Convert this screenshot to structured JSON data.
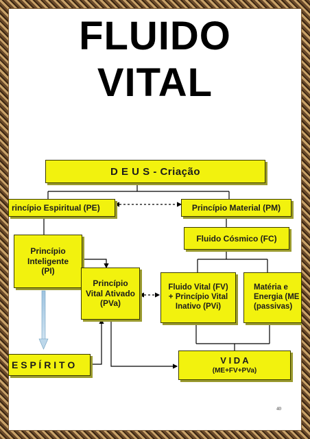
{
  "title": {
    "line1": "FLUIDO",
    "line2": "VITAL"
  },
  "diagram": {
    "deus": "D E U S - Criação",
    "pe": "rincípio Espiritual (PE)",
    "pm": "Princípio Material (PM)",
    "fc": "Fluido Cósmico (FC)",
    "pi": {
      "l1": "Princípio",
      "l2": "Inteligente",
      "l3": "(PI)"
    },
    "pva": {
      "l1": "Princípio",
      "l2": "Vital Ativado",
      "l3": "(PVa)"
    },
    "fv": {
      "l1": "Fluido Vital (FV)",
      "l2": "+ Princípio Vital",
      "l3": "Inativo (PVi)"
    },
    "me": {
      "l1": "Matéria e",
      "l2": "Energia (ME",
      "l3": "(passivas)"
    },
    "espirito": "E S P Í R I T O",
    "vida": {
      "l1": "V I D A",
      "l2": "(ME+FV+PVa)"
    }
  },
  "page_number": "40",
  "colors": {
    "box_fill": "#f2f20e",
    "frame": "#6b4a2a"
  }
}
